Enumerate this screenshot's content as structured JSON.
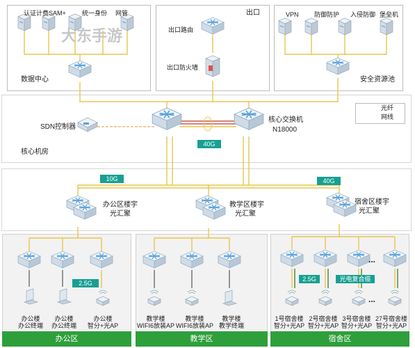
{
  "datacenter": {
    "title": "数据中心",
    "devices": [
      "认证计费",
      "SAM+",
      "统一身份",
      "网管"
    ]
  },
  "exit": {
    "title": "出口",
    "router": "出口路由",
    "firewall": "出口防火墙"
  },
  "security": {
    "title": "安全资源池",
    "devices": [
      "VPN",
      "防御防护",
      "入侵防御",
      "堡垒机"
    ]
  },
  "watermark": "大东手游",
  "core": {
    "room": "核心机房",
    "sdn": "SDN控制器",
    "switch_label": [
      "核心交换机",
      "N18000"
    ],
    "link": "40G"
  },
  "legend": {
    "fiber": "光纤",
    "cable": "网线"
  },
  "aggregation": {
    "links": [
      "10G",
      "40G"
    ],
    "nodes": [
      {
        "label": [
          "办公区楼宇",
          "光汇聚"
        ]
      },
      {
        "label": [
          "教学区楼宇",
          "光汇聚"
        ]
      },
      {
        "label": [
          "宿舍区楼宇",
          "光汇聚"
        ]
      }
    ]
  },
  "zones": [
    {
      "name": "办公区",
      "link": "2.5G",
      "endpoints": [
        [
          "办公楼",
          "办公终端"
        ],
        [
          "办公楼",
          "办公终端"
        ],
        [
          "办公楼",
          "智分+光AP"
        ]
      ]
    },
    {
      "name": "教学区",
      "endpoints": [
        [
          "教学楼",
          "WIFI6放装AP"
        ],
        [
          "教学楼",
          "WIFI6放装AP"
        ],
        [
          "教学楼",
          "教学终端"
        ]
      ]
    },
    {
      "name": "宿舍区",
      "link": "2.5G",
      "composite": "光电复合缆",
      "ellipsis": "...",
      "endpoints": [
        [
          "1号宿舍楼",
          "智分+光AP"
        ],
        [
          "2号宿舍楼",
          "智分+光AP"
        ],
        [
          "3号宿舍楼",
          "智分+光AP"
        ],
        [
          "27号宿舍楼",
          "智分+光AP"
        ]
      ]
    }
  ],
  "colors": {
    "fiber": "#e8c64a",
    "cable": "#555555",
    "accent": "#17a093",
    "zone": "#2e9f3b",
    "device": "#5aa2d8"
  },
  "icons": [
    "switch-icon",
    "server-icon",
    "router-icon",
    "firewall-icon",
    "controller-icon",
    "access-point-icon",
    "terminal-icon"
  ]
}
